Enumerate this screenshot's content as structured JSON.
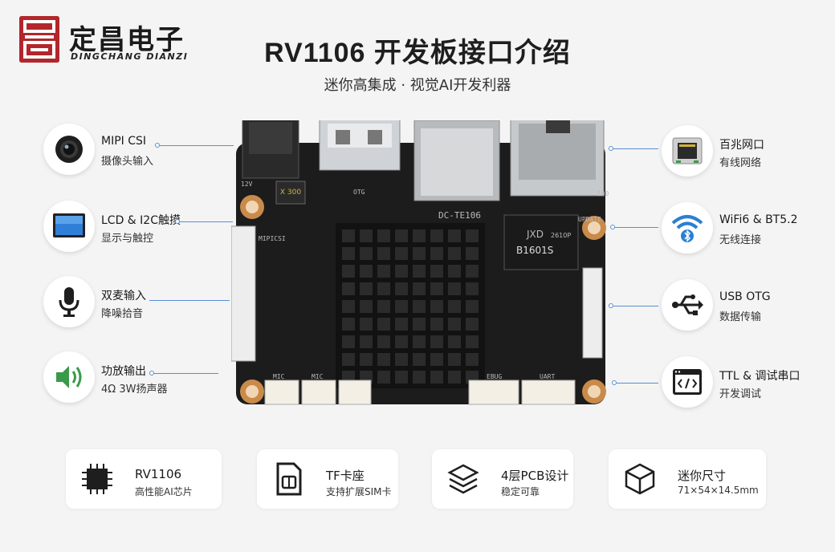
{
  "brand": {
    "name": "定昌电子",
    "romanized": "DINGCHANG DIANZI"
  },
  "header": {
    "title": "RV1106 开发板接口介绍",
    "subtitle": "迷你高集成 · 视觉AI开发利器"
  },
  "left_features": [
    {
      "label": "MIPI CSI",
      "sub": "摄像头输入",
      "icon": "camera-icon"
    },
    {
      "label": "LCD & I2C触摸",
      "sub": "显示与触控",
      "icon": "display-icon"
    },
    {
      "label": "双麦输入",
      "sub": "降噪拾音",
      "icon": "microphone-icon"
    },
    {
      "label": "功放输出",
      "sub": "4Ω 3W扬声器",
      "icon": "speaker-icon"
    }
  ],
  "right_features": [
    {
      "label": "百兆网口",
      "sub": "有线网络",
      "icon": "ethernet-icon"
    },
    {
      "label": "WiFi6 & BT5.2",
      "sub": "无线连接",
      "icon": "wifi-bluetooth-icon"
    },
    {
      "label": "USB OTG",
      "sub": "数据传输",
      "icon": "usb-icon"
    },
    {
      "label": "TTL & 调试串口",
      "sub": "开发调试",
      "icon": "terminal-icon"
    }
  ],
  "board": {
    "silk_12v": "12V",
    "silk_otg": "OTG",
    "silk_model": "DC-TE106",
    "silk_mipi": "MIPICSI",
    "silk_mic1": "MIC",
    "silk_mic2": "MIC",
    "silk_debug": "EBUG",
    "silk_uart": "UART",
    "silk_update": "UPDATE",
    "silk_100m": "100",
    "chip_jxd": "JXD",
    "chip_jxd_part": "2610P",
    "chip_b": "B1601S",
    "inductor": "X 300"
  },
  "cards": [
    {
      "title": "RV1106",
      "sub": "高性能AI芯片",
      "icon": "chip-icon"
    },
    {
      "title": "TF卡座",
      "sub": "支持扩展SIM卡",
      "icon": "sim-card-icon"
    },
    {
      "title": "4层PCB设计",
      "sub": "稳定可靠",
      "icon": "layers-icon"
    },
    {
      "title": "迷你尺寸",
      "sub": "71×54×14.5mm",
      "icon": "cube-icon"
    }
  ],
  "colors": {
    "brand_red": "#b3262b",
    "leader_line": "#5a8fd0",
    "pcb": "#1c1c1c",
    "wifi_blue": "#2a7fd4",
    "speaker_green": "#3a9a4a"
  }
}
